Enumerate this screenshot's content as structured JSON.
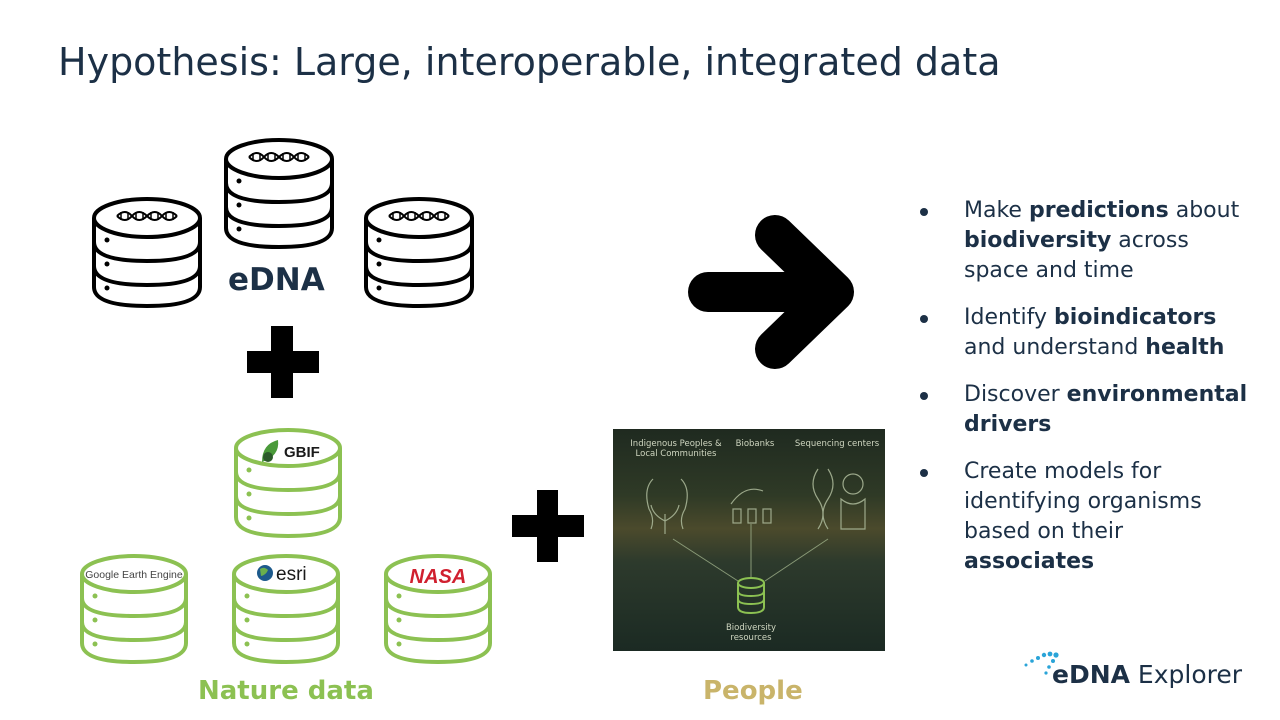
{
  "title": "Hypothesis: Large, interoperable, integrated data",
  "edna_label": "eDNA",
  "nature_label": "Nature data",
  "people_label": "People",
  "nature_sources": {
    "gbif": "GBIF",
    "google_earth_engine": "Google Earth Engine",
    "esri": "esri",
    "nasa": "NASA"
  },
  "people_panel": {
    "groups": [
      "Indigenous Peoples & Local Communities",
      "Biobanks",
      "Sequencing centers"
    ],
    "center": "Biodiversity resources"
  },
  "bullets": [
    {
      "parts": [
        {
          "t": "Make "
        },
        {
          "t": "predictions",
          "b": true
        },
        {
          "t": " about "
        },
        {
          "t": "biodiversity",
          "b": true
        },
        {
          "t": " across space and time"
        }
      ]
    },
    {
      "parts": [
        {
          "t": "Identify "
        },
        {
          "t": "bioindicators",
          "b": true
        },
        {
          "t": " and understand "
        },
        {
          "t": "health",
          "b": true
        }
      ]
    },
    {
      "parts": [
        {
          "t": "Discover "
        },
        {
          "t": "environmental drivers",
          "b": true
        }
      ]
    },
    {
      "parts": [
        {
          "t": "Create models for identifying organisms based on their "
        },
        {
          "t": "associates",
          "b": true
        }
      ]
    }
  ],
  "logo": {
    "name": "eDNA Explorer",
    "bold": "eDNA",
    "rest": " Explorer"
  },
  "colors": {
    "dark": "#1c3046",
    "green": "#8cc152",
    "gold": "#c9b46a",
    "black": "#000000"
  }
}
